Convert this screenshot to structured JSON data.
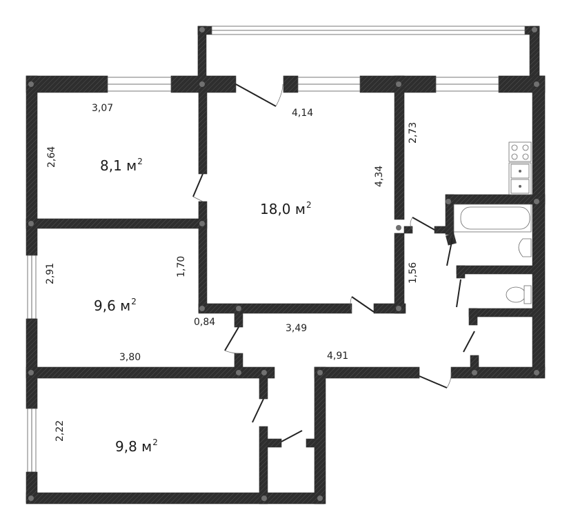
{
  "plan": {
    "wall_color": "#2e2e2e",
    "rooms": [
      {
        "id": "room-1",
        "area": "8,1",
        "unit": "м",
        "power": "2",
        "width": "3,07",
        "depth": "2,64"
      },
      {
        "id": "living-room",
        "area": "18,0",
        "unit": "м",
        "power": "2",
        "width": "4,14",
        "depth": "4,34"
      },
      {
        "id": "room-2",
        "area": "9,6",
        "unit": "м",
        "power": "2",
        "width": "3,80",
        "depth": "2,91",
        "inner": "1,70"
      },
      {
        "id": "room-3",
        "area": "9,8",
        "unit": "м",
        "power": "2",
        "depth": "2,22"
      },
      {
        "id": "kitchen",
        "depth": "2,73"
      }
    ],
    "corridor": {
      "nook": "0,84",
      "hall_a": "3,49",
      "hall_b": "4,91",
      "vestibule": "1,56"
    }
  }
}
